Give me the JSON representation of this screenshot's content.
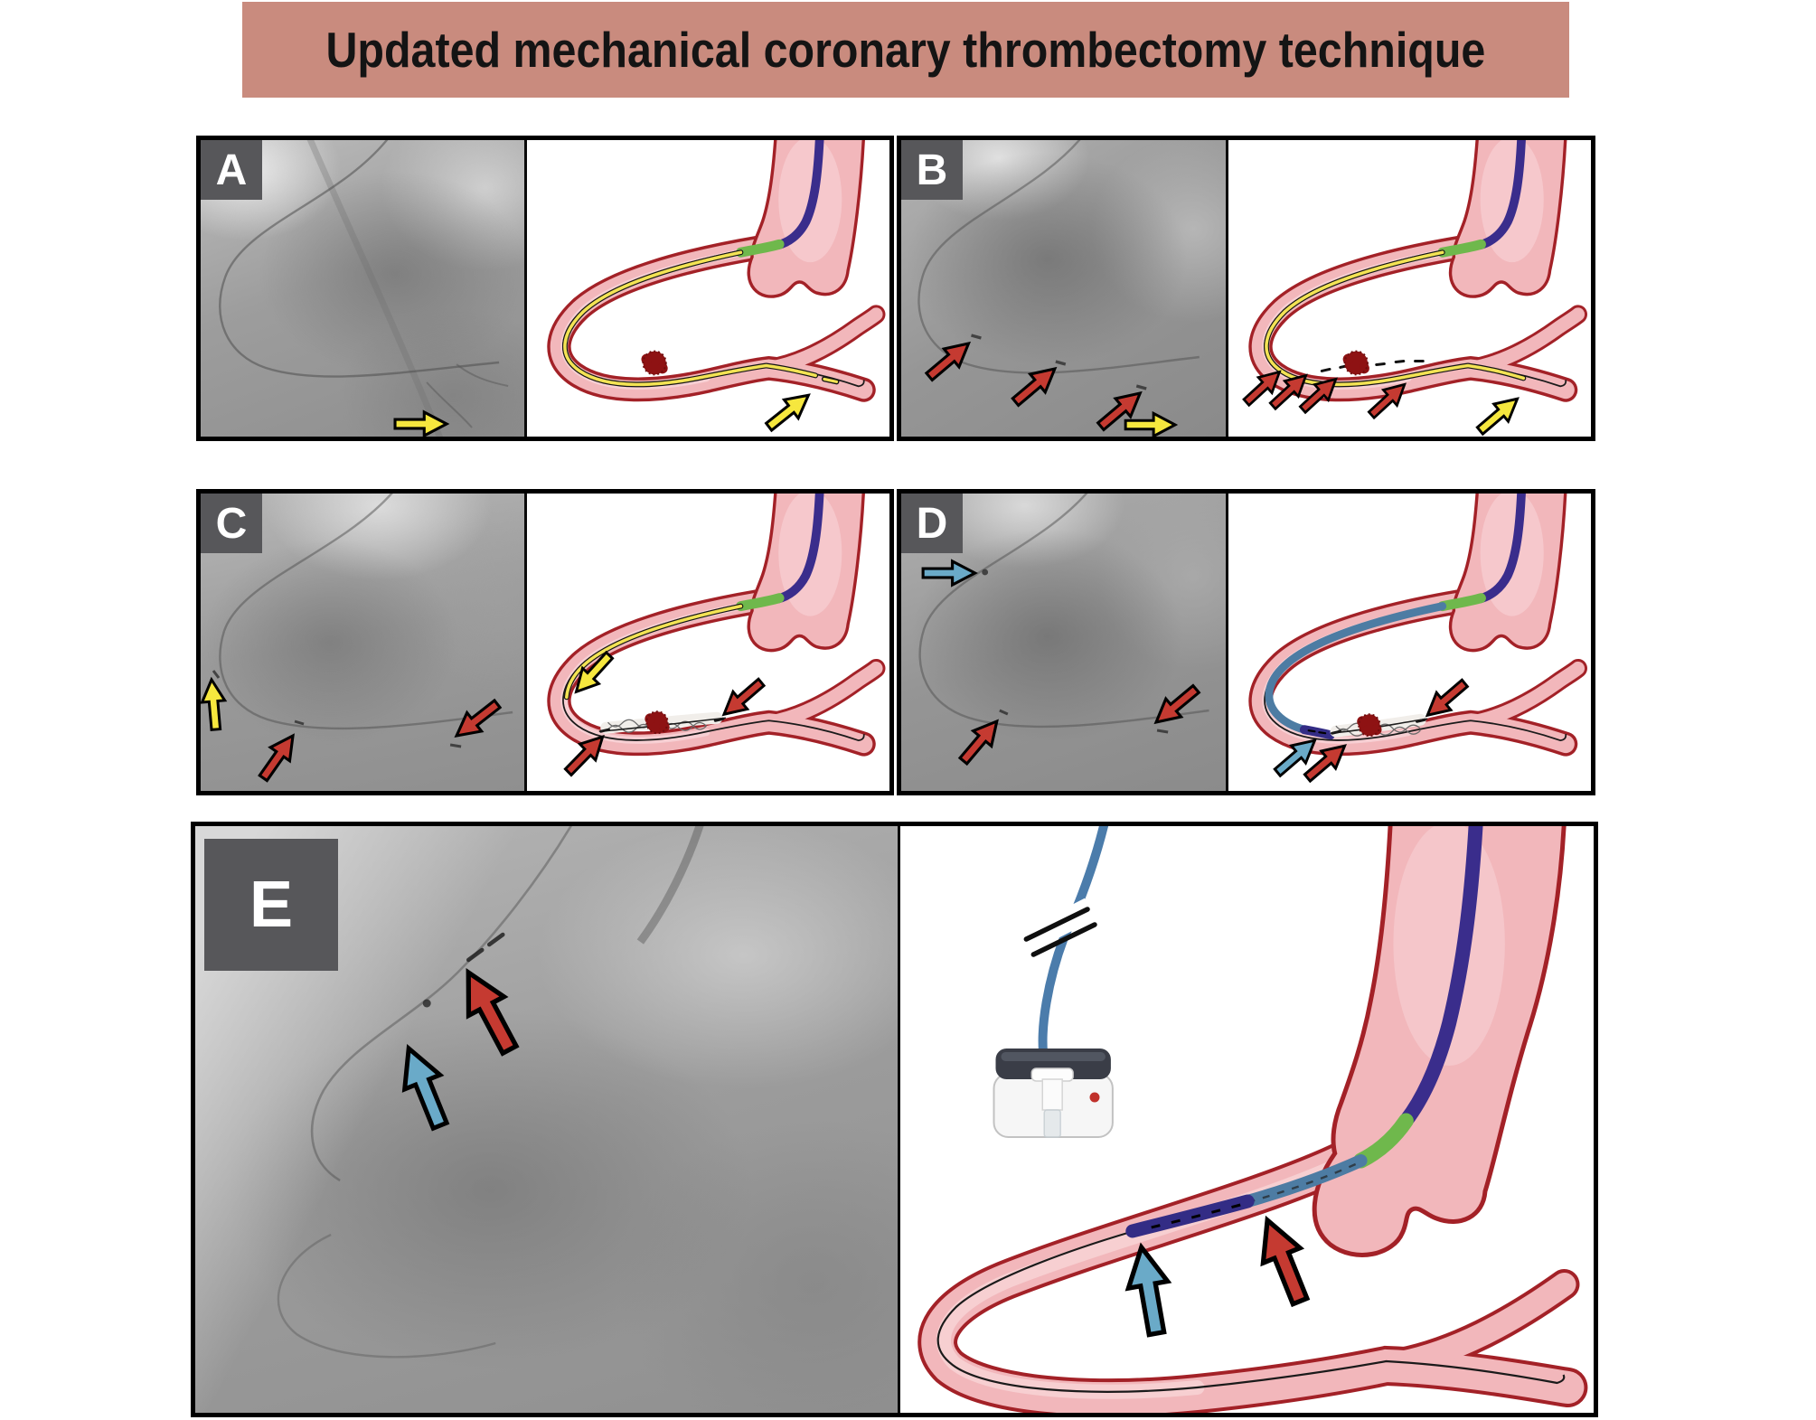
{
  "title": "Updated mechanical coronary thrombectomy technique",
  "panels": [
    {
      "letter": "A",
      "angio_arrows": [
        "yellow"
      ],
      "illus_arrows": [
        "yellow"
      ],
      "illustration": "thrombus-in-artery-with-guidewire-and-yellow-microcatheter"
    },
    {
      "letter": "B",
      "angio_arrows": [
        "red",
        "red",
        "red",
        "yellow"
      ],
      "illus_arrows": [
        "red",
        "red",
        "red",
        "red",
        "yellow"
      ],
      "illustration": "microcatheter-advanced-past-thrombus-marker-bands"
    },
    {
      "letter": "C",
      "angio_arrows": [
        "yellow",
        "red",
        "red"
      ],
      "illus_arrows": [
        "yellow",
        "red",
        "red"
      ],
      "illustration": "stent-retriever-deployed-across-thrombus"
    },
    {
      "letter": "D",
      "angio_arrows": [
        "blue",
        "red",
        "red"
      ],
      "illus_arrows": [
        "blue",
        "red",
        "red"
      ],
      "illustration": "aspiration-catheter-advanced-to-stent-retriever"
    },
    {
      "letter": "E",
      "angio_arrows": [
        "red",
        "blue"
      ],
      "illus_arrows": [
        "blue",
        "red"
      ],
      "illustration": "stent-retriever-and-thrombus-withdrawn-into-aspiration-catheter-connected-to-pump"
    }
  ],
  "colors": {
    "banner_bg": "#c98b7e",
    "banner_text": "#141414",
    "panel_border": "#000000",
    "label_bg": "#57575a",
    "label_text": "#ffffff",
    "artery_outline": "#a32127",
    "artery_fill": "#f2b7bb",
    "artery_highlight": "#f8d4d7",
    "guide_catheter": "#3a2d8c",
    "guide_extension": "#6fb84c",
    "micro_yellow": "#f3e354",
    "wire_black": "#1a1a1a",
    "thrombus": "#8e1213",
    "stent_white": "#f1eeea",
    "asp_blue": "#4d7ca3",
    "asp_tip": "#332c85",
    "arrow_red": "#c53a31",
    "arrow_yellow": "#f6e73e",
    "arrow_blue": "#6aaac8",
    "pump_body": "#f6f6f6",
    "pump_lid": "#3a3d47",
    "tube_blue": "#4b7cab"
  }
}
